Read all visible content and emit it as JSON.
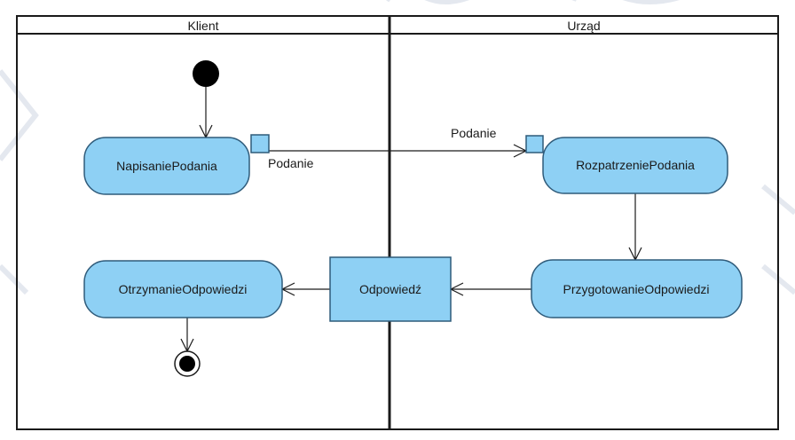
{
  "lanes": {
    "left": "Klient",
    "right": "Urząd"
  },
  "actions": {
    "napisanie": "NapisaniePodania",
    "rozpatrzenie": "RozpatrzeniePodania",
    "przygotowanie": "PrzygotowanieOdpowiedzi",
    "otrzymanie": "OtrzymanieOdpowiedzi"
  },
  "objects": {
    "odpowiedz": "Odpowiedź"
  },
  "pins": {
    "output_label": "Podanie",
    "input_label": "Podanie"
  },
  "colors": {
    "node_fill": "#8ed0f4",
    "node_stroke": "#2f5b7a",
    "line": "#1a1a1a",
    "watermark": "#e4e8ef"
  }
}
